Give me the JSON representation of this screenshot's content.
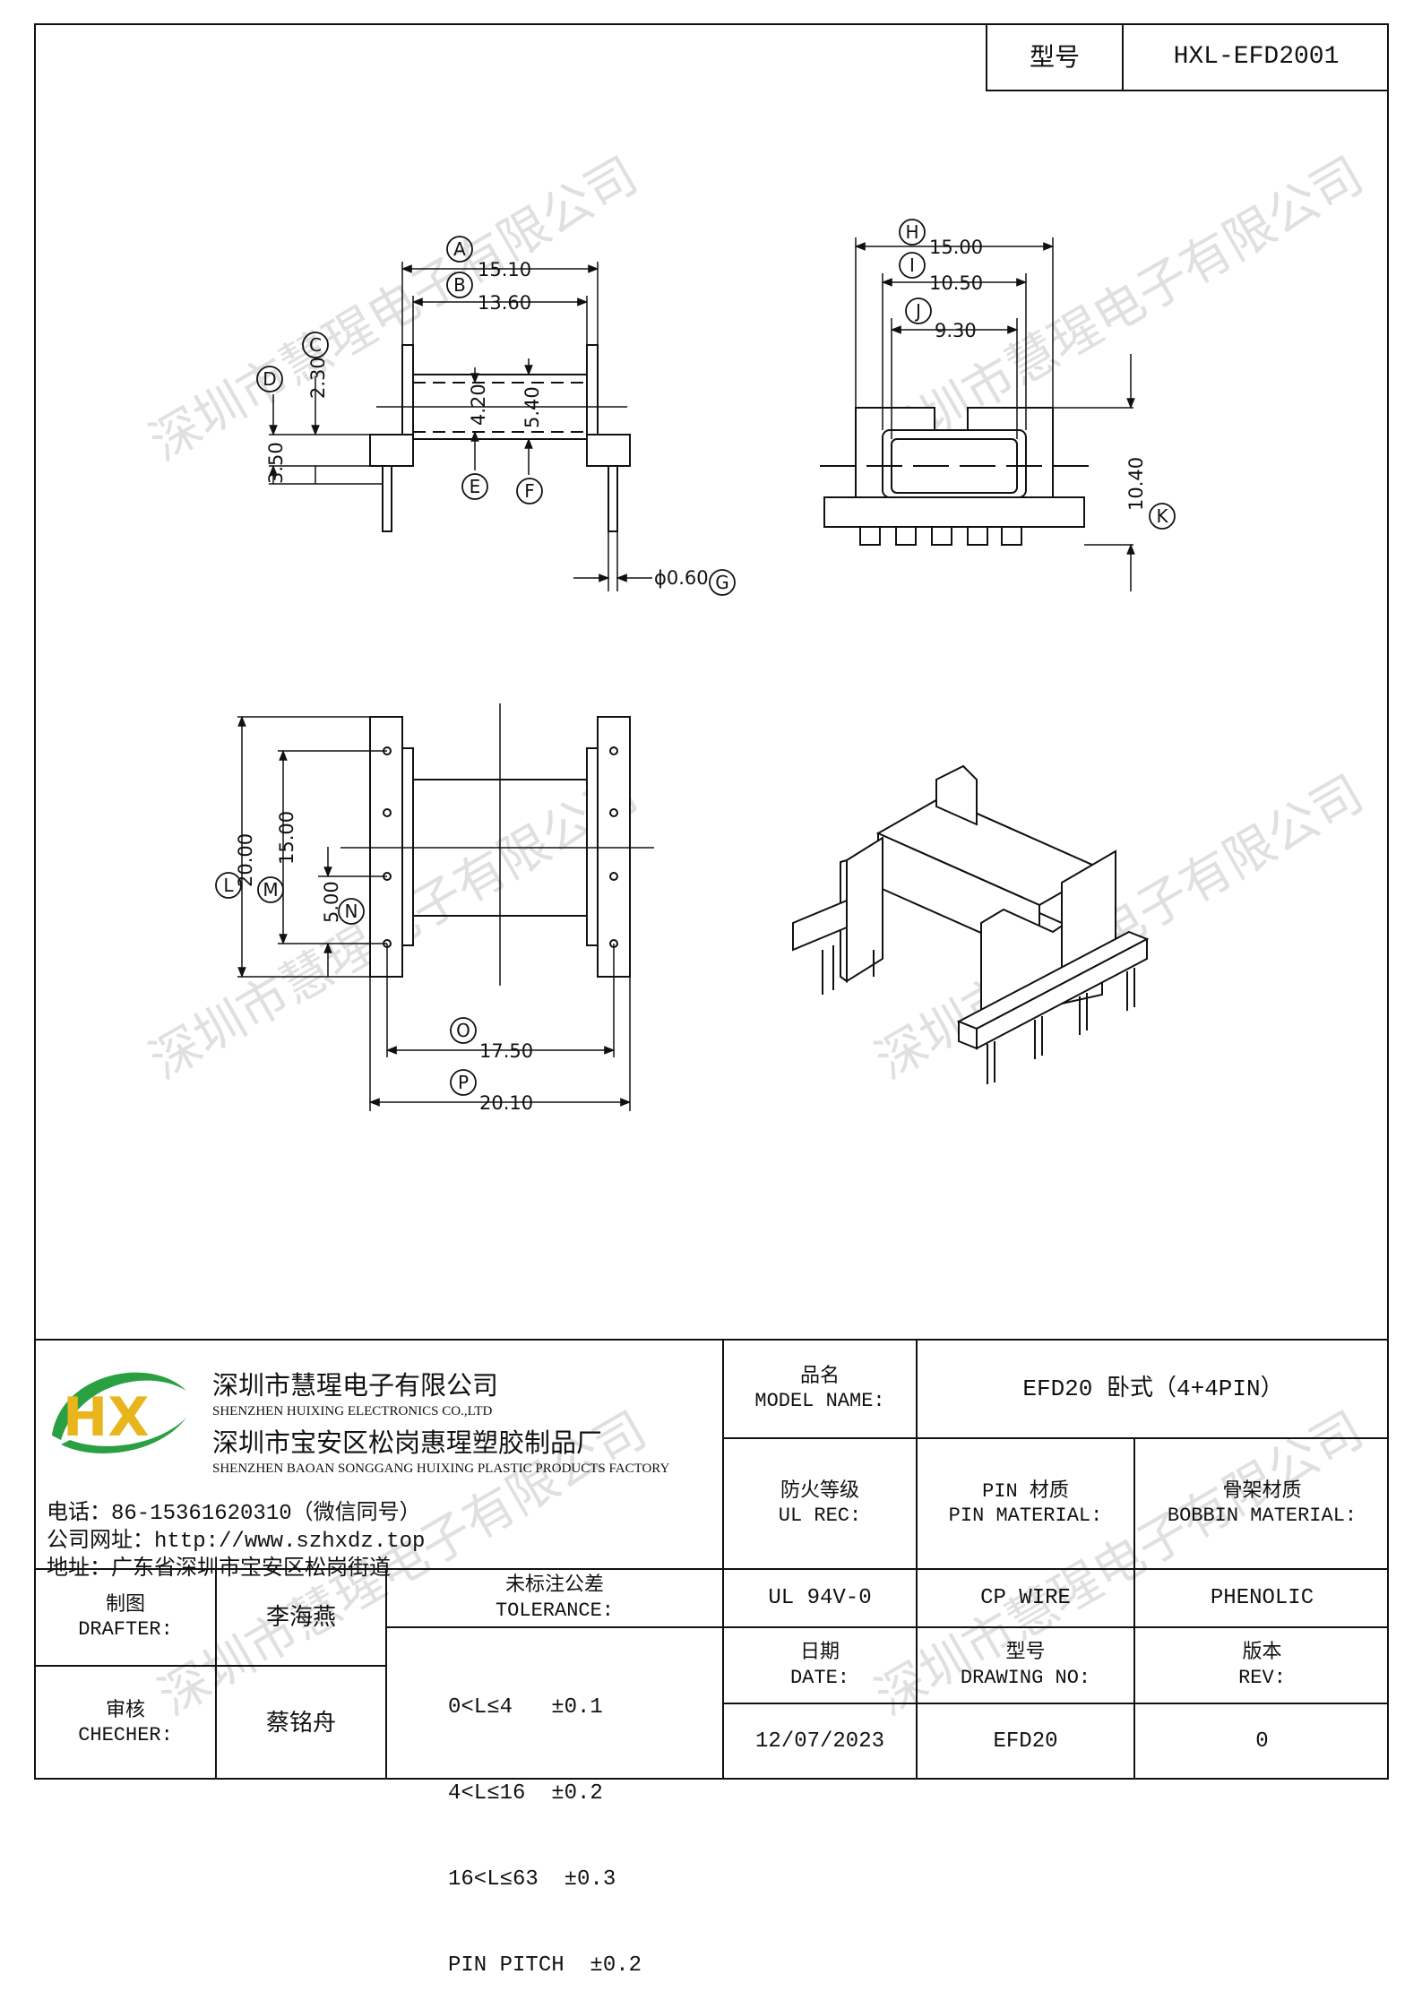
{
  "header": {
    "model_label": "型号",
    "model_value": "HXL-EFD2001"
  },
  "drawing": {
    "top_view": {
      "A": "15.10",
      "B": "13.60",
      "C": "2.30",
      "D": "3.50",
      "E": "4.20",
      "F": "5.40",
      "G": "ϕ0.60",
      "letters": [
        "A",
        "B",
        "C",
        "D",
        "E",
        "F",
        "G"
      ]
    },
    "side_view": {
      "H": "15.00",
      "I": "10.50",
      "J": "9.30",
      "K": "10.40",
      "letters": [
        "H",
        "I",
        "J",
        "K"
      ]
    },
    "plan_view": {
      "L": "20.00",
      "M": "15.00",
      "N": "5.00",
      "O": "17.50",
      "P": "20.10",
      "letters": [
        "L",
        "M",
        "N",
        "O",
        "P"
      ]
    }
  },
  "watermark": "深圳市慧瑆电子有限公司",
  "company": {
    "name_cn": "深圳市慧瑆电子有限公司",
    "name_en": "SHENZHEN HUIXING ELECTRONICS CO.,LTD",
    "factory_cn": "深圳市宝安区松岗惠瑆塑胶制品厂",
    "factory_en": "SHENZHEN BAOAN SONGGANG HUIXING PLASTIC PRODUCTS FACTORY",
    "phone": "电话：86-15361620310（微信同号）",
    "website": "公司网址：http://www.szhxdz.top",
    "address": "地址：广东省深圳市宝安区松岗街道",
    "logo_letters": "HX"
  },
  "title_block": {
    "model_name_cn": "品名",
    "model_name_en": "MODEL NAME:",
    "model_name_value": "EFD20 卧式（4+4PIN）",
    "fire_cn": "防火等级",
    "fire_en": "UL REC:",
    "pin_material_cn": "PIN 材质",
    "pin_material_en": "PIN MATERIAL:",
    "bobbin_material_cn": "骨架材质",
    "bobbin_material_en": "BOBBIN MATERIAL:",
    "fire_value": "UL 94V-0",
    "pin_value": "CP WIRE",
    "bobbin_value": "PHENOLIC",
    "drafter_cn": "制图",
    "drafter_en": "DRAFTER:",
    "drafter_name": "李海燕",
    "checker_cn": "审核",
    "checker_en": "CHECHER:",
    "checker_name": "蔡铭舟",
    "tolerance_cn": "未标注公差",
    "tolerance_en": "TOLERANCE:",
    "tolerance_rows": [
      "0<L≤4   ±0.1",
      "4<L≤16  ±0.2",
      "16<L≤63  ±0.3",
      "PIN PITCH  ±0.2"
    ],
    "date_cn": "日期",
    "date_en": "DATE:",
    "date_value": "12/07/2023",
    "drawing_no_cn": "型号",
    "drawing_no_en": "DRAWING NO:",
    "drawing_no_value": "EFD20",
    "rev_cn": "版本",
    "rev_en": "REV:",
    "rev_value": "0"
  }
}
